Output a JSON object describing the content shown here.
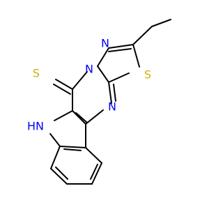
{
  "diagram": {
    "atoms": {
      "thione_s": "S",
      "ring_s": "S",
      "n_thiadiazole_1": "N",
      "n_thiadiazole_2": "N",
      "n_pyrimidine": "N",
      "n_indole": "N",
      "n_indole_h": "H"
    },
    "colors": {
      "bond": "#000000",
      "nitrogen": "#0000ff",
      "sulfur": "#c8b400"
    }
  }
}
